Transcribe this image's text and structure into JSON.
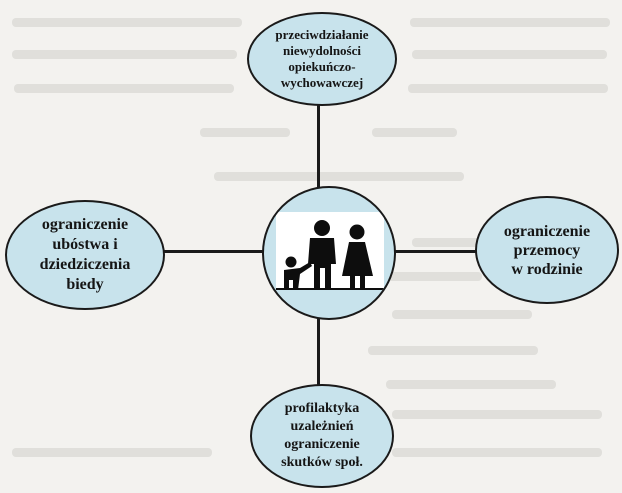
{
  "diagram": {
    "center": {
      "icon": "family-icon"
    },
    "nodes": {
      "top": "przeciwdziałanie\nniewydolności\nopiekuńczo-\nwychowawczej",
      "left": "ograniczenie\nubóstwa i\ndziedziczenia\nbiedy",
      "right": "ograniczenie\nprzemocy\nw rodzinie",
      "bottom": "profilaktyka\nuzależnień\nograniczenie\nskutków społ."
    }
  },
  "colors": {
    "node_fill": "#c8e3ec",
    "outline": "#1a1a1a",
    "background": "#f3f2ef"
  }
}
